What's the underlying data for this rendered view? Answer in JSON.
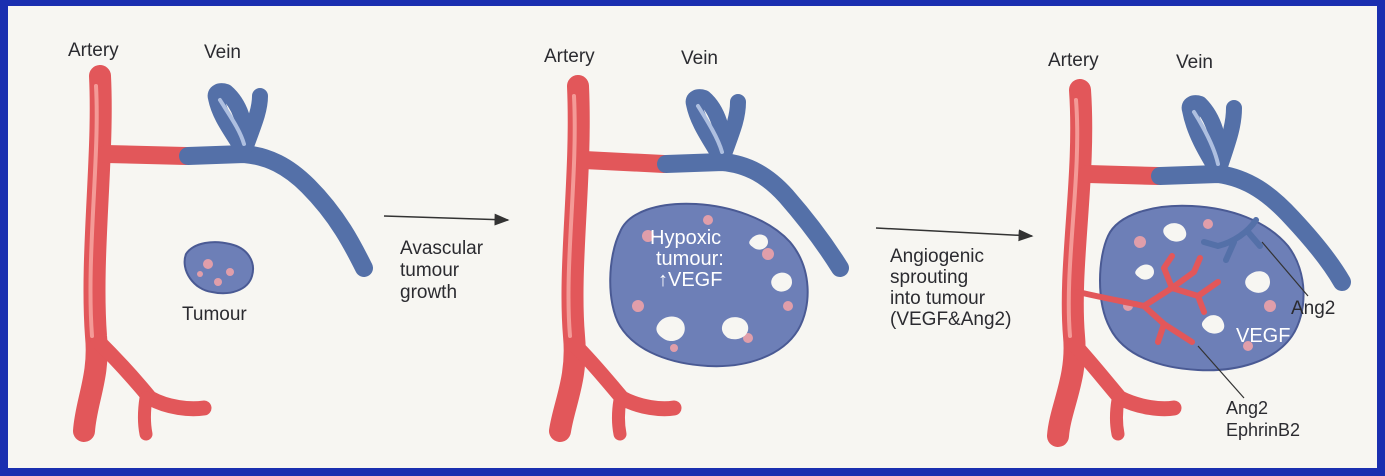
{
  "panels": [
    {
      "artery": "Artery",
      "vein": "Vein",
      "tumour": "Tumour"
    },
    {
      "artery": "Artery",
      "vein": "Vein",
      "tumour_line1": "Hypoxic",
      "tumour_line2": "tumour:",
      "tumour_line3": "↑VEGF"
    },
    {
      "artery": "Artery",
      "vein": "Vein",
      "vegf": "VEGF",
      "ang2_right": "Ang2",
      "ang2_bottom": "Ang2",
      "ephrin": "EphrinB2"
    }
  ],
  "steps": [
    {
      "line1": "Avascular",
      "line2": "tumour",
      "line3": "growth"
    },
    {
      "line1": "Angiogenic",
      "line2": "sprouting",
      "line3": "into tumour",
      "line4": "(VEGF&Ang2)"
    }
  ],
  "colors": {
    "artery": "#e2575a",
    "vein": "#5470a8",
    "tumour": "#6d7fb7",
    "border": "#1a2fb0",
    "background": "#f7f6f2"
  }
}
